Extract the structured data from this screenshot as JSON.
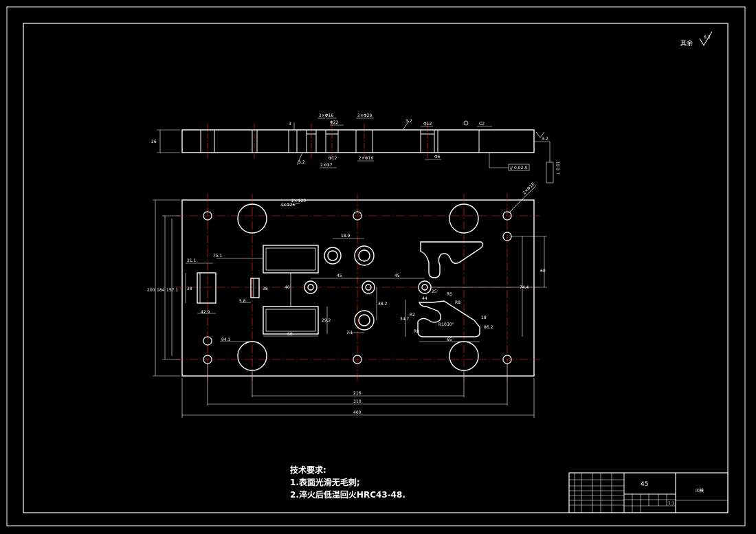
{
  "drawing": {
    "roughness": {
      "symbol_label": "其余",
      "value": "6.3"
    },
    "section_view": {
      "thickness": "26",
      "callouts": [
        "3",
        "2×Φ16",
        "Φ22",
        "2×Φ29",
        "3.2",
        "Φ12",
        "C2",
        "Φ12",
        "2×Φ7",
        "2×Φ16",
        "Φ6",
        "3.2"
      ],
      "flatness": "// 0.02 A",
      "perpendicularity": "⊥ 0.01",
      "right_roughness": "3.2"
    },
    "plan_view": {
      "hole_notes": [
        "4×Φ25",
        "2×Φ20",
        "2×Φ16"
      ],
      "dims_top": [
        "18.9",
        "45",
        "45",
        "75.1",
        "21.1"
      ],
      "dims_mid": [
        "38",
        "40",
        "25",
        "R5",
        "R8",
        "R2",
        "R10",
        "30°",
        "18",
        "R8",
        "34.7",
        "38.2",
        "29.2",
        "7.1",
        "60",
        "44",
        "86.2"
      ],
      "dims_left": [
        "200",
        "184",
        "157.1",
        "38"
      ],
      "dims_right": [
        "60",
        "74.4"
      ],
      "dims_low": [
        "42.9",
        "94.1",
        "5.8",
        "65"
      ],
      "dims_bottom": [
        "216",
        "310",
        "400"
      ]
    },
    "tech_requirements": {
      "title": "技术要求:",
      "items": [
        "1.表面光滑无毛刺;",
        "2.淬火后低温回火HRC43-48."
      ]
    },
    "title_block": {
      "material": "45",
      "part_name": "凹模",
      "scale": "1:1"
    }
  }
}
